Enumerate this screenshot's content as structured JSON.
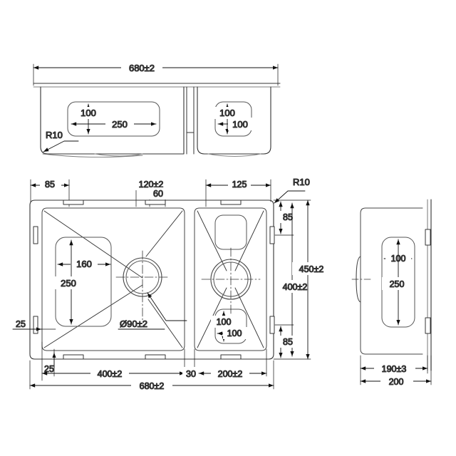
{
  "drawing": {
    "title": "Undermount Double Bowl Sink Technical Drawing",
    "line_color": "#333333",
    "thin_line_color": "#4a4a4a",
    "dim_color": "#111111",
    "text_color": "#1a1a1a",
    "background": "#ffffff"
  },
  "views": {
    "front_elevation": {
      "name": "front-elevation-view",
      "overall_width_label": "680±2",
      "radius_note": "R10",
      "left_bowl_cutout": {
        "height_label": "100",
        "width_label": "250"
      },
      "right_bowl_cutout": {
        "height_label": "100",
        "width_label": "100"
      }
    },
    "plan": {
      "name": "plan-view",
      "top_dims": [
        {
          "label": "85"
        },
        {
          "label": "120±2"
        },
        {
          "label": "60"
        },
        {
          "label": "125"
        }
      ],
      "radius_note": "R10",
      "right_dims": [
        {
          "label": "85"
        },
        {
          "label": "400±2"
        },
        {
          "label": "85"
        },
        {
          "label": "450±2"
        }
      ],
      "left_dims": [
        {
          "label": "25"
        }
      ],
      "bottom_dims": [
        {
          "label": "25"
        },
        {
          "label": "400±2"
        },
        {
          "label": "30"
        },
        {
          "label": "200±2"
        },
        {
          "label": "680±2"
        }
      ],
      "left_bowl": {
        "width_label": "160",
        "height_label": "250",
        "drain_label": "Ø90±2"
      },
      "right_bowl": {
        "width_label": "100",
        "height_label": "100"
      }
    },
    "side_elevation": {
      "name": "side-elevation-view",
      "cutout_width_label": "100",
      "cutout_height_label": "250",
      "inner_depth_label": "190±3",
      "outer_depth_label": "200"
    }
  }
}
